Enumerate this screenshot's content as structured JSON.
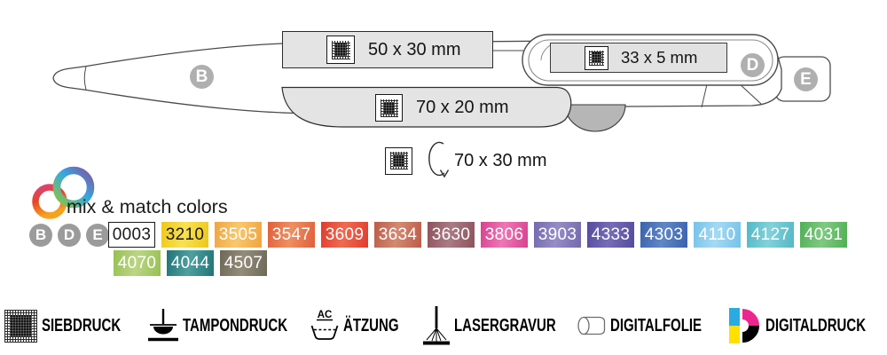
{
  "pen_diagram": {
    "zone_labels": {
      "b": "B",
      "d": "D",
      "e": "E"
    },
    "print_areas": {
      "barrel_top": "50 x 30 mm",
      "clip": "33 x 5 mm",
      "grip": "70 x 20 mm",
      "wrap_around": "70 x 30 mm"
    }
  },
  "mix_match": {
    "label": "mix & match colors"
  },
  "color_palette": {
    "zones": [
      "B",
      "D",
      "E"
    ],
    "row1": [
      {
        "code": "0003",
        "base": "#ffffff",
        "light": "#ffffff",
        "text": "#1a1a1a",
        "border": "#1a1a1a"
      },
      {
        "code": "3210",
        "base": "#eec819",
        "light": "#f8e155",
        "text": "#1d1d1b"
      },
      {
        "code": "3505",
        "base": "#f0a43e",
        "light": "#f8c86e",
        "text": "#ffffff"
      },
      {
        "code": "3547",
        "base": "#e0603a",
        "light": "#ee8f62",
        "text": "#ffffff"
      },
      {
        "code": "3609",
        "base": "#e23b2e",
        "light": "#ee6b50",
        "text": "#ffffff"
      },
      {
        "code": "3634",
        "base": "#bd5b49",
        "light": "#d28a72",
        "text": "#ffffff"
      },
      {
        "code": "3630",
        "base": "#8e525c",
        "light": "#aa7b85",
        "text": "#ffffff"
      },
      {
        "code": "3806",
        "base": "#d8418f",
        "light": "#ee77b5",
        "text": "#ffffff"
      },
      {
        "code": "3903",
        "base": "#7369ae",
        "light": "#968dc6",
        "text": "#ffffff"
      },
      {
        "code": "4333",
        "base": "#554b9d",
        "light": "#766cb6",
        "text": "#ffffff"
      },
      {
        "code": "4303",
        "base": "#3a62ad",
        "light": "#6187c6",
        "text": "#ffffff"
      },
      {
        "code": "4110",
        "base": "#74c2e9",
        "light": "#a6d9f2",
        "text": "#ffffff"
      },
      {
        "code": "4127",
        "base": "#52b8c6",
        "light": "#82d1da",
        "text": "#ffffff"
      },
      {
        "code": "4031",
        "base": "#51af55",
        "light": "#7fc982",
        "text": "#ffffff"
      }
    ],
    "row2": [
      {
        "code": "4070",
        "base": "#97c052",
        "light": "#bcd584",
        "text": "#ffffff"
      },
      {
        "code": "4044",
        "base": "#207476",
        "light": "#4fa0a0",
        "text": "#ffffff"
      },
      {
        "code": "4507",
        "base": "#6e6857",
        "light": "#928c79",
        "text": "#ffffff"
      }
    ]
  },
  "print_methods": [
    {
      "label": "SIEBDRUCK"
    },
    {
      "label": "TAMPONDRUCK"
    },
    {
      "label": "ÄTZUNG",
      "icon_text": "AC"
    },
    {
      "label": "LASERGRAVUR"
    },
    {
      "label": "DIGITALFOLIE"
    },
    {
      "label": "DIGITALDRUCK"
    }
  ],
  "icon_colors": {
    "cyan": "#29abe2",
    "magenta": "#ec268f",
    "yellow": "#ffe000",
    "black": "#000000"
  }
}
